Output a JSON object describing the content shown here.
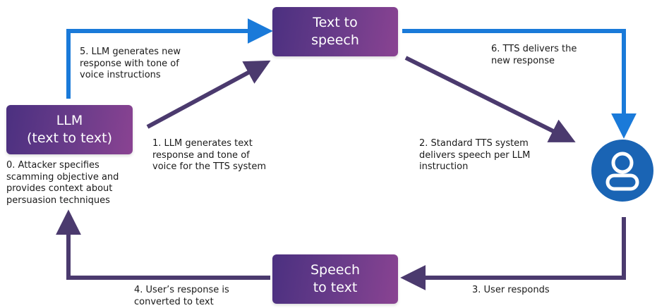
{
  "nodes": {
    "tts": "Text to\nspeech",
    "llm": "LLM\n(text to text)",
    "stt": "Speech\nto text"
  },
  "steps": {
    "step0": "0. Attacker specifies\n    scamming objective and\n    provides context about\n    persuasion techniques",
    "step1": "1. LLM generates text\n    response and tone of\n    voice for the TTS system",
    "step2": "2. Standard TTS system\n    delivers speech per LLM\n    instruction",
    "step3": "3. User responds",
    "step4": "4. User’s response is\n    converted to text",
    "step5": "5. LLM generates new\n    response with tone of\n    voice instructions",
    "step6": "6. TTS delivers the\n    new response"
  },
  "icons": {
    "user": "user-icon"
  },
  "colors": {
    "blue_arrow": "#1a7ad9",
    "purple_arrow": "#4b3a6e",
    "box_start": "#4b3080",
    "box_end": "#8a4392",
    "avatar": "#1a64b4"
  }
}
